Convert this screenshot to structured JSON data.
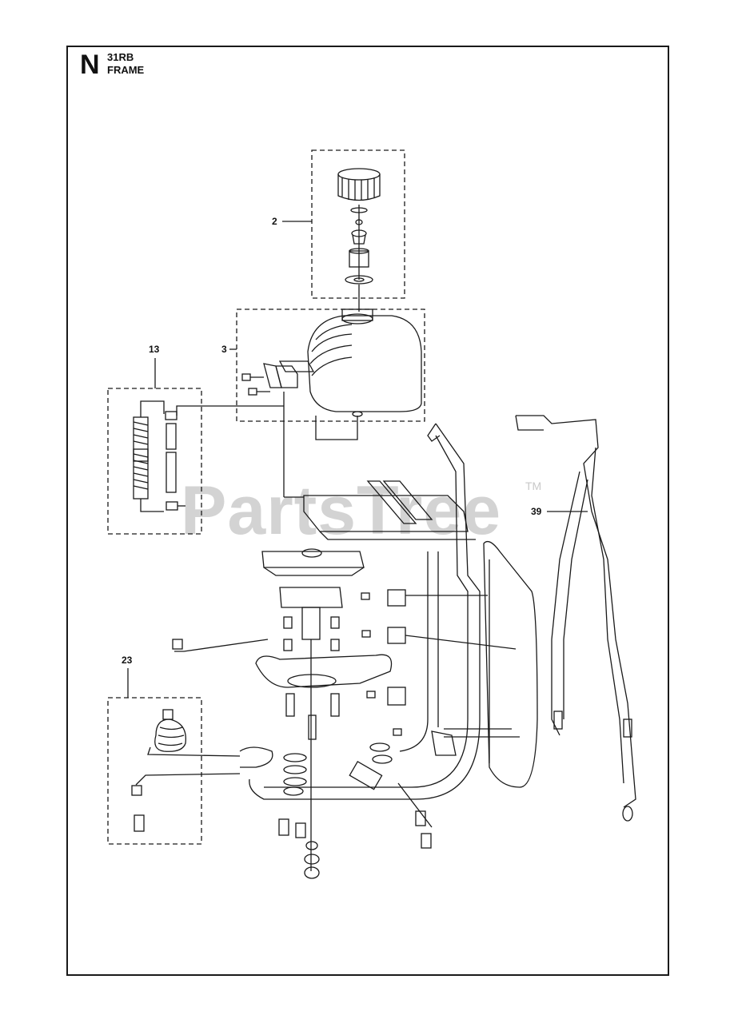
{
  "header": {
    "section_letter": "N",
    "model": "31RB",
    "title": "FRAME"
  },
  "watermark": {
    "text": "PartsTree",
    "tm": "TM"
  },
  "callouts": [
    {
      "label": "2"
    },
    {
      "label": "3"
    },
    {
      "label": "13"
    },
    {
      "label": "39"
    },
    {
      "label": "23"
    }
  ],
  "colors": {
    "line": "#1a1a1a",
    "watermark": "#d3d3d3"
  }
}
